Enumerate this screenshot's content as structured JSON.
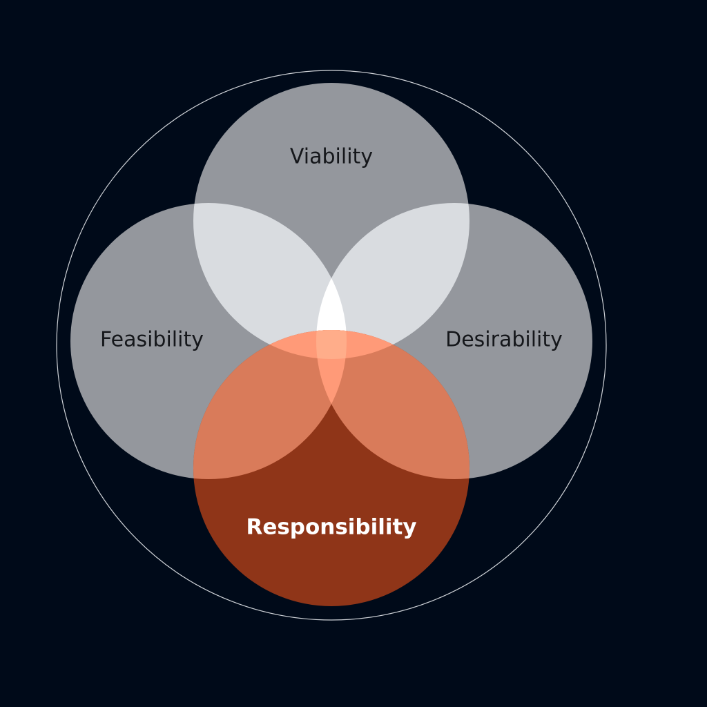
{
  "diagram": {
    "circles": {
      "top": "Viability",
      "left": "Feasibility",
      "right": "Desirability",
      "bottom": "Responsibility"
    },
    "colors": {
      "background": "#000a19",
      "gray": "#94979d",
      "gray_overlap": "#d9dce0",
      "center": "#ffffff",
      "accent": "#8f3518",
      "accent_overlap": "#d97b5a",
      "accent_double": "#ff9a78",
      "accent_triple": "#ffad8a",
      "ring": "#cfd3d8"
    }
  }
}
